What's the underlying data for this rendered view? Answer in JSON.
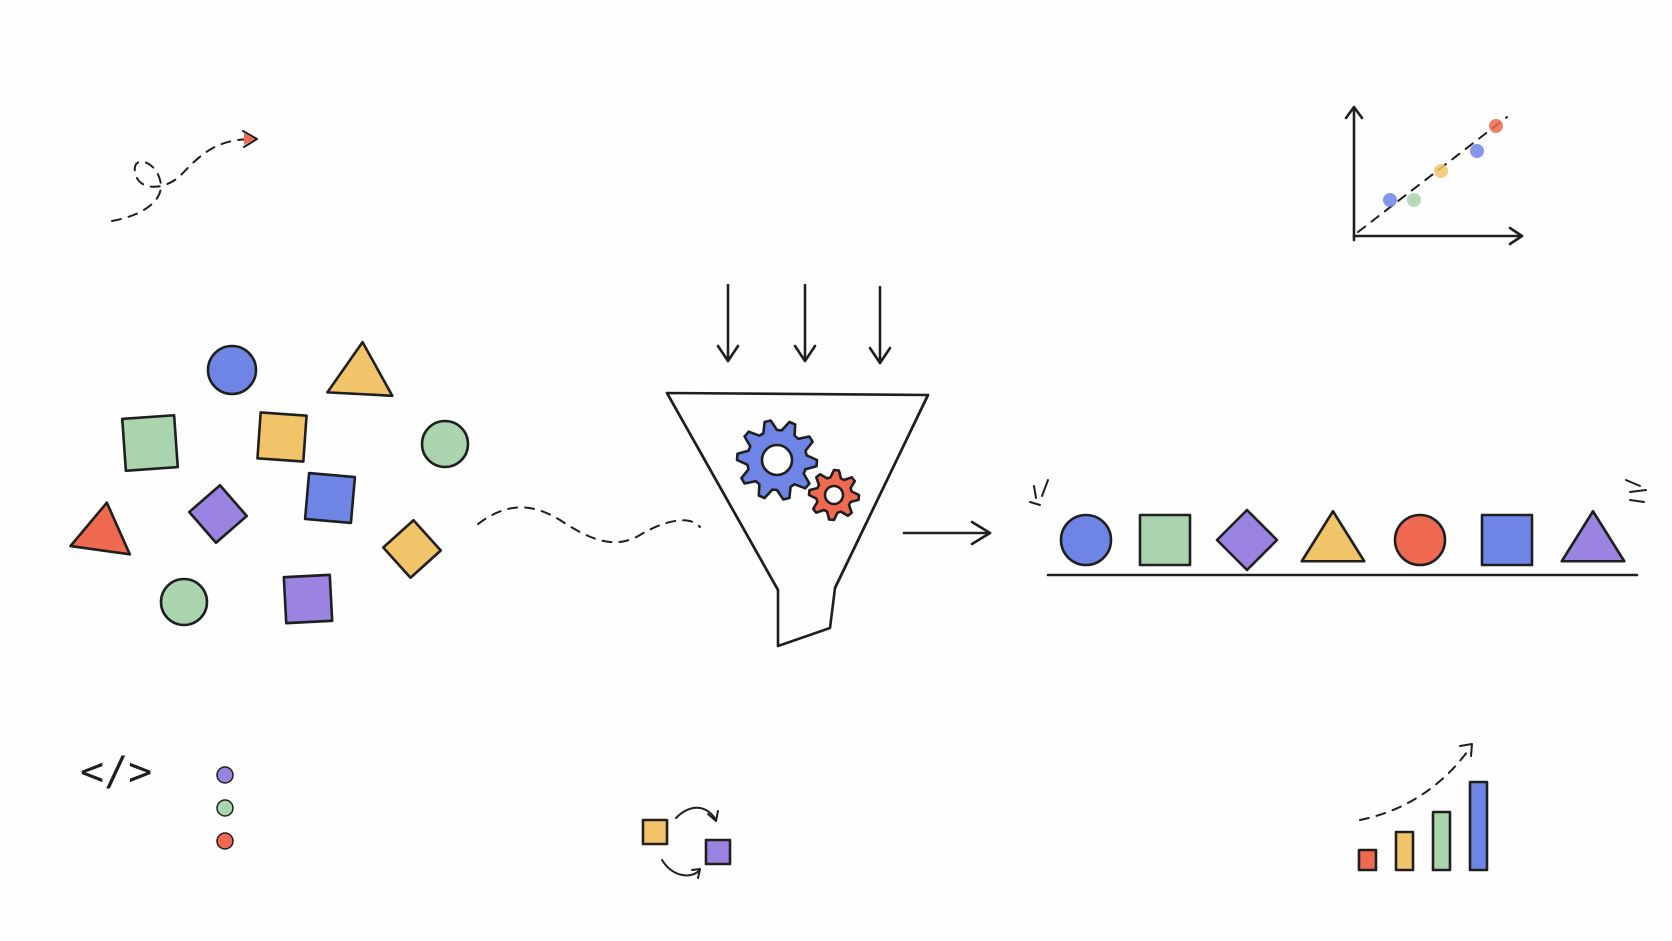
{
  "colors": {
    "blue": "#6f85e6",
    "green": "#a9d4ad",
    "yellow": "#f2c46a",
    "red": "#ef6a50",
    "purple": "#9b83e2",
    "ink": "#1f1f1f"
  },
  "scattered_shapes": [
    {
      "kind": "circle",
      "color": "blue"
    },
    {
      "kind": "triangle",
      "color": "yellow"
    },
    {
      "kind": "square",
      "color": "green"
    },
    {
      "kind": "square",
      "color": "yellow"
    },
    {
      "kind": "circle",
      "color": "green"
    },
    {
      "kind": "triangle",
      "color": "red"
    },
    {
      "kind": "diamond",
      "color": "purple"
    },
    {
      "kind": "square",
      "color": "blue"
    },
    {
      "kind": "diamond",
      "color": "yellow"
    },
    {
      "kind": "circle",
      "color": "green"
    },
    {
      "kind": "square",
      "color": "purple"
    }
  ],
  "sorted_shapes": [
    {
      "kind": "circle",
      "color": "blue"
    },
    {
      "kind": "square",
      "color": "green"
    },
    {
      "kind": "diamond",
      "color": "purple"
    },
    {
      "kind": "triangle",
      "color": "yellow"
    },
    {
      "kind": "circle",
      "color": "red"
    },
    {
      "kind": "square",
      "color": "blue"
    },
    {
      "kind": "triangle",
      "color": "purple"
    }
  ],
  "icons": {
    "code_symbol": "</>",
    "status_dots": [
      "purple",
      "green",
      "red"
    ],
    "bar_chart_bars": [
      "red",
      "yellow",
      "green",
      "blue"
    ],
    "scatter_points": [
      "blue",
      "green",
      "yellow",
      "blue",
      "red"
    ],
    "exchange_squares": [
      "yellow",
      "purple"
    ]
  }
}
